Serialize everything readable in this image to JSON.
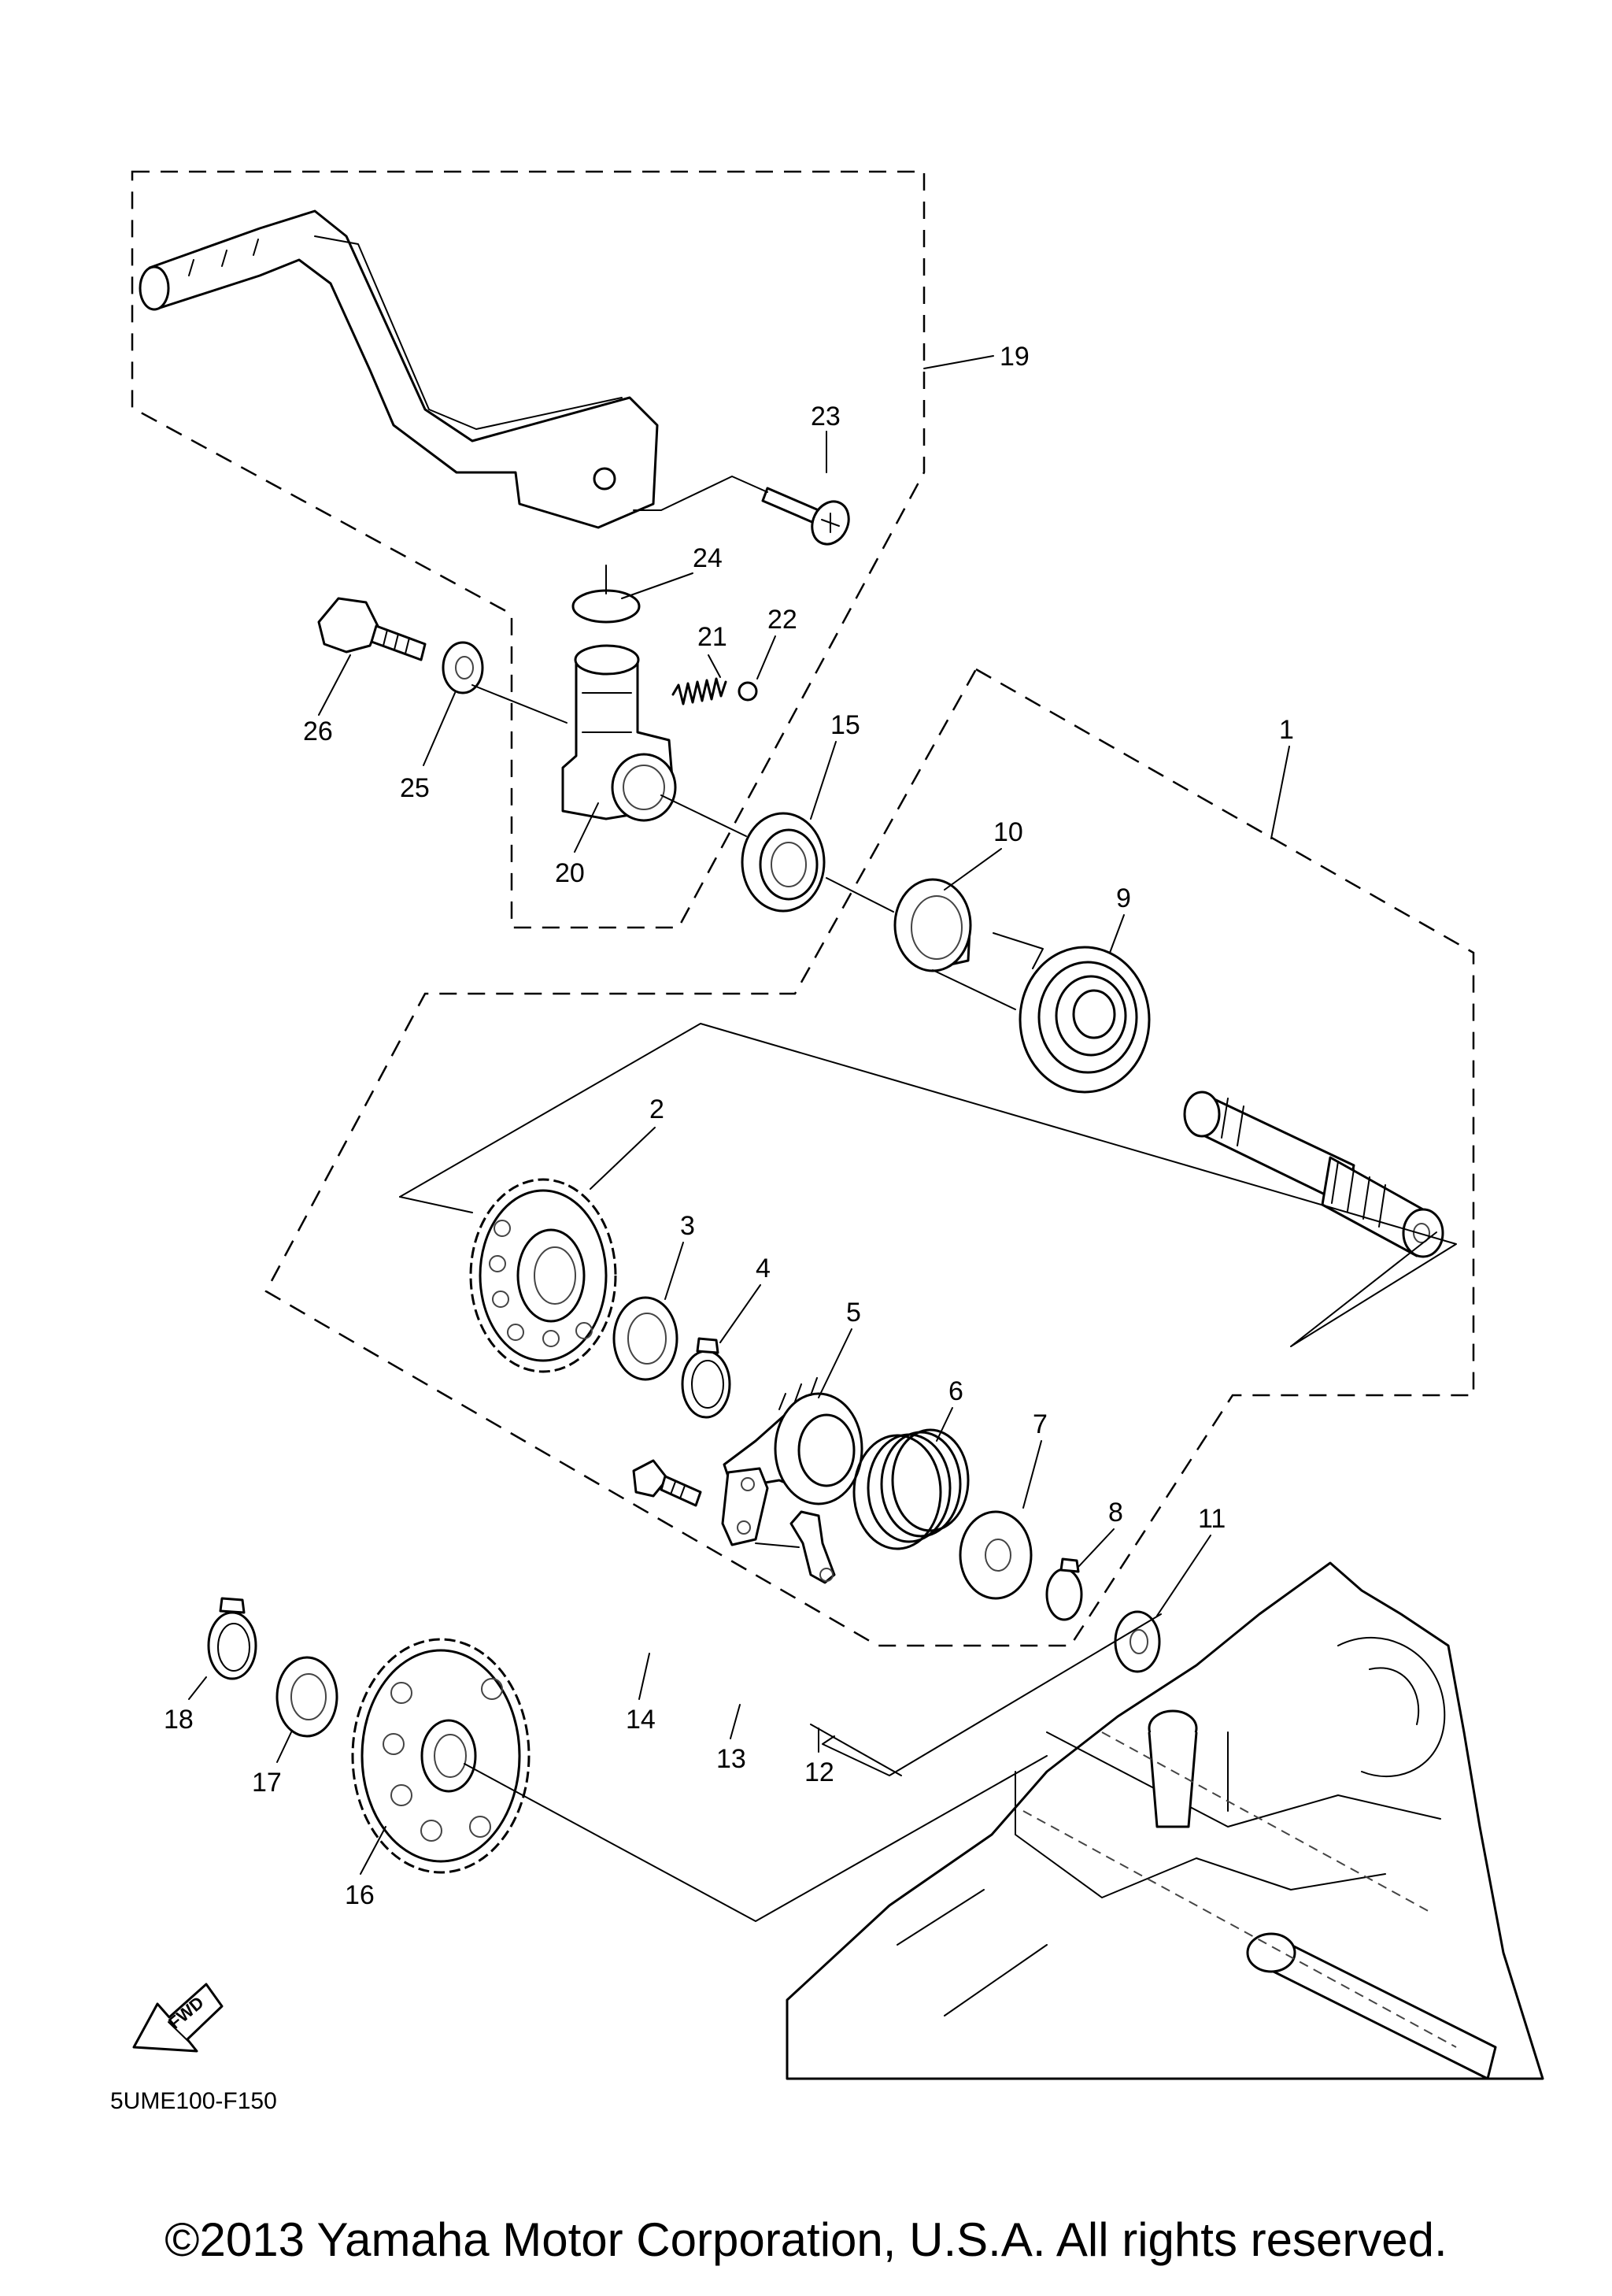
{
  "diagram": {
    "part_numbers": [
      "1",
      "2",
      "3",
      "4",
      "5",
      "6",
      "7",
      "8",
      "9",
      "10",
      "11",
      "12",
      "13",
      "14",
      "15",
      "16",
      "17",
      "18",
      "19",
      "20",
      "21",
      "22",
      "23",
      "24",
      "25",
      "26"
    ],
    "direction_label": "FWD",
    "figure_code": "5UME100-F150"
  },
  "footer": {
    "copyright": "©2013 Yamaha Motor Corporation, U.S.A. All rights reserved."
  }
}
